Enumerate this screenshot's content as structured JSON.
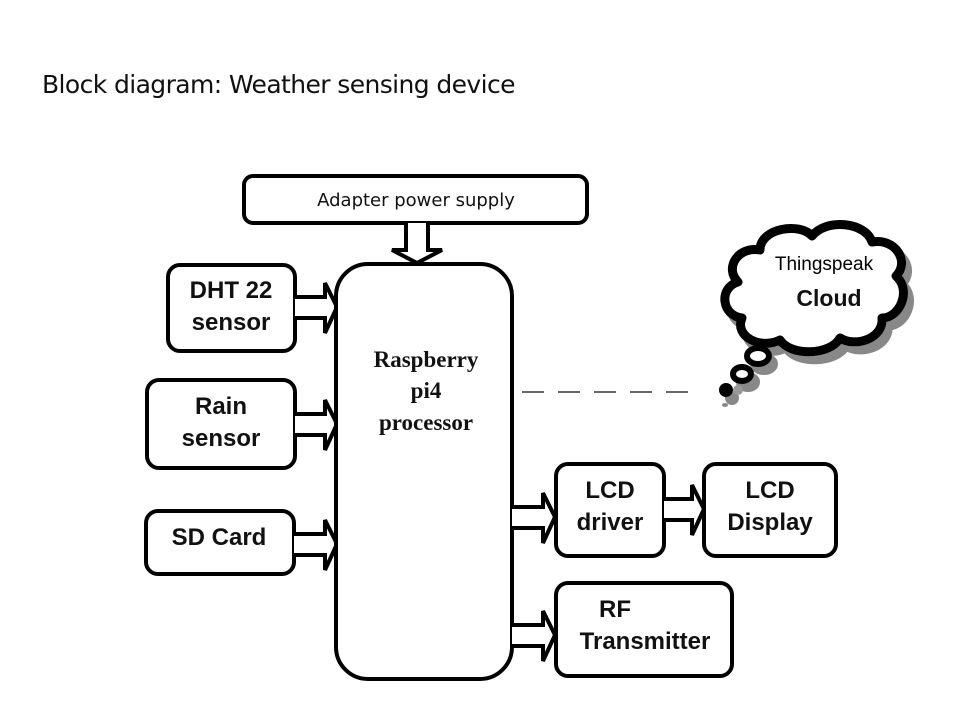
{
  "title": "Block diagram: Weather sensing device",
  "blocks": {
    "power": {
      "label": "Adapter power supply"
    },
    "dht22": {
      "line1": "DHT 22",
      "line2": "sensor"
    },
    "rain": {
      "line1": "Rain",
      "line2": "sensor"
    },
    "sdcard": {
      "line1": "SD Card"
    },
    "processor": {
      "line1": "Raspberry",
      "line2": "pi4",
      "line3": "processor"
    },
    "lcd_driver": {
      "line1": "LCD",
      "line2": "driver"
    },
    "lcd_display": {
      "line1": "LCD",
      "line2": "Display"
    },
    "rf": {
      "line1": "RF",
      "line2": "Transmitter"
    }
  },
  "cloud": {
    "line1": "Thingspeak",
    "line2": "Cloud"
  },
  "connections": [
    {
      "from": "Adapter power supply",
      "to": "Raspberry pi4 processor",
      "style": "block-arrow"
    },
    {
      "from": "DHT 22 sensor",
      "to": "Raspberry pi4 processor",
      "style": "block-arrow"
    },
    {
      "from": "Rain sensor",
      "to": "Raspberry pi4 processor",
      "style": "block-arrow"
    },
    {
      "from": "SD Card",
      "to": "Raspberry pi4 processor",
      "style": "block-arrow"
    },
    {
      "from": "Raspberry pi4 processor",
      "to": "LCD driver",
      "style": "block-arrow"
    },
    {
      "from": "LCD driver",
      "to": "LCD Display",
      "style": "block-arrow"
    },
    {
      "from": "Raspberry pi4 processor",
      "to": "RF Transmitter",
      "style": "block-arrow"
    },
    {
      "from": "Raspberry pi4 processor",
      "to": "Thingspeak Cloud",
      "style": "dashed"
    }
  ]
}
